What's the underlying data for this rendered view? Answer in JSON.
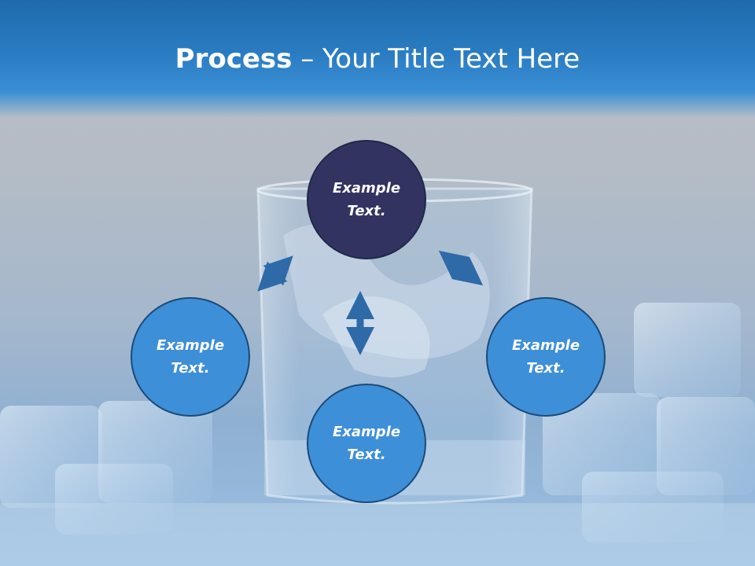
{
  "title": {
    "bold": "Process",
    "dash": " – ",
    "rest": "Your Title Text Here"
  },
  "nodes": [
    {
      "id": "top",
      "label": "Example Text."
    },
    {
      "id": "left",
      "label": "Example Text."
    },
    {
      "id": "right",
      "label": "Example Text."
    },
    {
      "id": "bottom",
      "label": "Example Text."
    }
  ],
  "colors": {
    "header": "#2a7cc2",
    "top_node": "#333361",
    "node": "#3d8fd8",
    "arrow": "#2e6aa8"
  }
}
